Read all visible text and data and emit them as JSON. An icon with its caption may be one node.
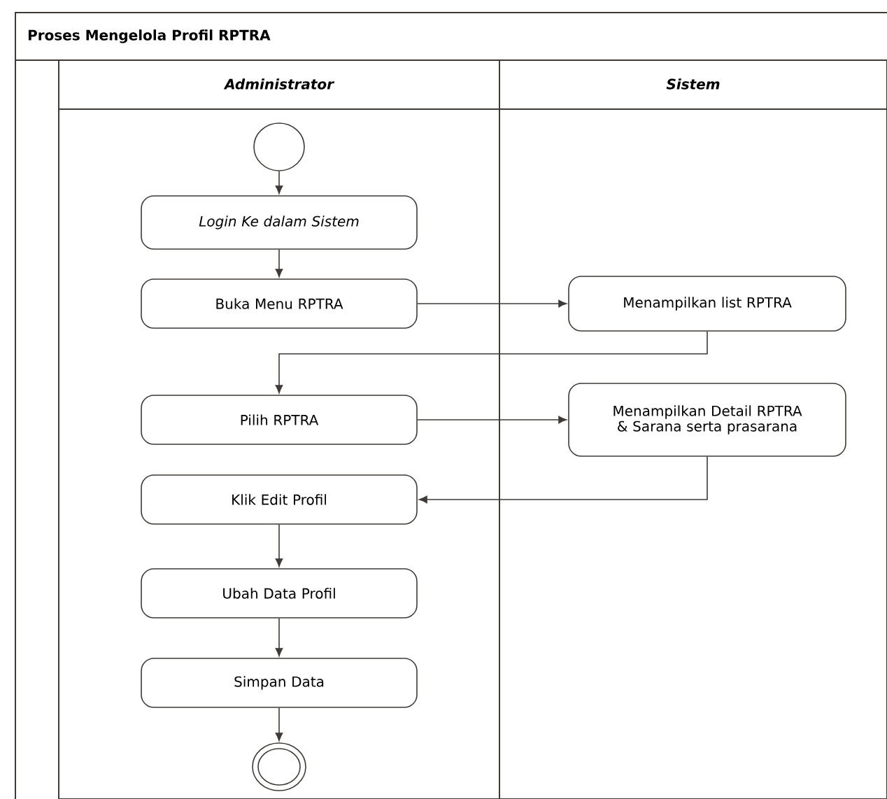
{
  "diagram": {
    "title": "Proses Mengelola Profil RPTRA",
    "nodes": [
      {
        "text": [
          "Administrator"
        ]
      },
      {
        "text": [
          "Sistem"
        ]
      },
      {
        "text": [],
        "shape": "circle",
        "in": 0
      },
      {
        "text": [
          "Login Ke dalam Sistem"
        ],
        "in": 0
      },
      {
        "text": [
          "Buka Menu RPTRA"
        ],
        "in": 0
      },
      {
        "text": [
          "Menampilkan list RPTRA"
        ],
        "in": 1
      },
      {
        "text": [
          "Pilih RPTRA"
        ],
        "in": 0
      },
      {
        "text": [
          "Menampilkan Detail RPTRA & Sarana serta prasarana"
        ],
        "in": 1
      },
      {
        "text": [
          "Klik Edit Profil"
        ],
        "in": 0
      },
      {
        "text": [
          "Ubah Data Profil"
        ],
        "in": 0
      },
      {
        "text": [
          "Simpan Data"
        ],
        "in": 0
      },
      {
        "text": [],
        "shape": "circle",
        "in": 0
      }
    ],
    "edges": [
      {
        "from": 2,
        "to": 3,
        "arrow": "to"
      },
      {
        "from": 3,
        "to": 4,
        "arrow": "to"
      },
      {
        "from": 4,
        "to": 5,
        "arrow": "to"
      },
      {
        "from": 5,
        "to": 6,
        "arrow": "to"
      },
      {
        "from": 6,
        "to": 7,
        "arrow": "to"
      },
      {
        "from": 7,
        "to": 8,
        "arrow": "to"
      },
      {
        "from": 8,
        "to": 9,
        "arrow": "to"
      },
      {
        "from": 9,
        "to": 10,
        "arrow": "to"
      },
      {
        "from": 10,
        "to": 11,
        "arrow": "to"
      }
    ]
  }
}
